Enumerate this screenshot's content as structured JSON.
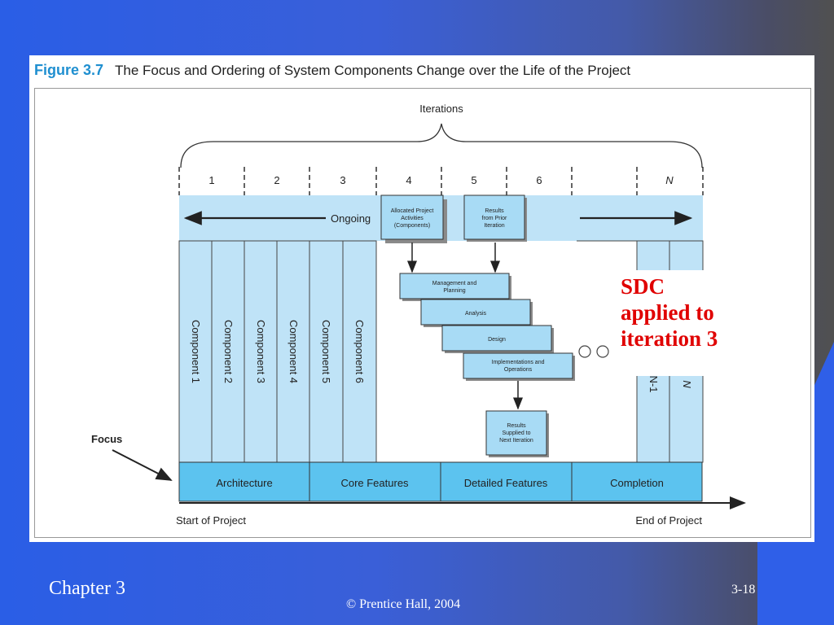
{
  "figure": {
    "number": "Figure 3.7",
    "title": "The Focus and Ordering of System Components Change over the Life of the Project"
  },
  "diagram": {
    "iterations_label": "Iterations",
    "iteration_numbers": [
      "1",
      "2",
      "3",
      "4",
      "5",
      "6",
      "N"
    ],
    "ongoing_label": "Ongoing",
    "components": [
      "Component 1",
      "Component 2",
      "Component 3",
      "Component 4",
      "Component 5",
      "Component 6"
    ],
    "late_components": [
      "N-1",
      "N"
    ],
    "top_boxes": {
      "allocated": [
        "Allocated Project",
        "Activities",
        "(Components)"
      ],
      "prior": [
        "Results",
        "from Prior",
        "Iteration"
      ]
    },
    "steps": [
      [
        "Management and",
        "Planning"
      ],
      [
        "Analysis"
      ],
      [
        "Design"
      ],
      [
        "Implementations and",
        "Operations"
      ]
    ],
    "results_supplied": [
      "Results",
      "Supplied to",
      "Next Iteration"
    ],
    "focus_label": "Focus",
    "phases": [
      "Architecture",
      "Core Features",
      "Detailed Features",
      "Completion"
    ],
    "start_label": "Start of Project",
    "end_label": "End of Project"
  },
  "callout": [
    "SDC",
    "applied to",
    "iteration 3"
  ],
  "footer": {
    "chapter": "Chapter 3",
    "copyright": "© Prentice Hall, 2004",
    "page": "3-18"
  },
  "colors": {
    "light_blue": "#bfe3f7",
    "phase_blue": "#5cc3ef",
    "box_blue": "#a8dbf5",
    "callout_red": "#e00000"
  }
}
